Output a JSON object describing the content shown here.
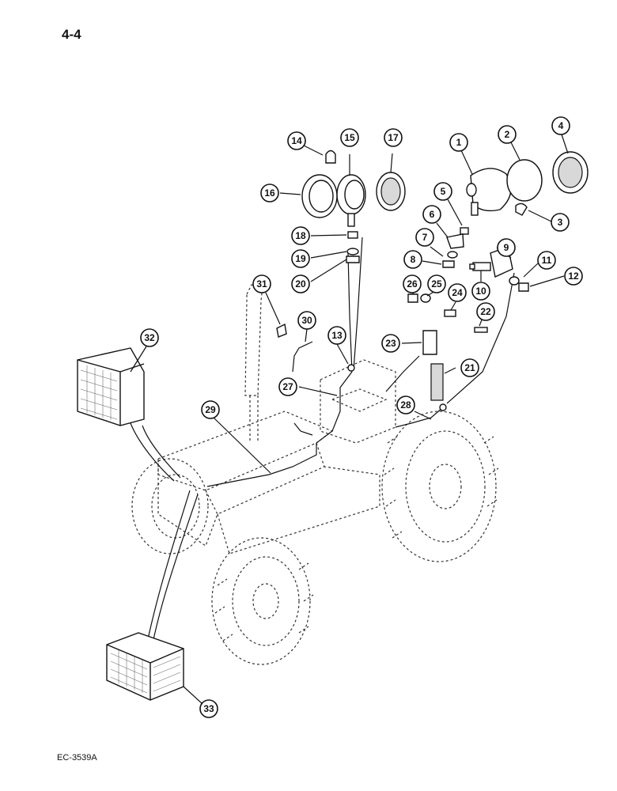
{
  "page": {
    "number": "4-4",
    "figure_code": "EC-3539A"
  },
  "callouts": [
    "1",
    "2",
    "3",
    "4",
    "5",
    "6",
    "7",
    "8",
    "9",
    "10",
    "11",
    "12",
    "13",
    "14",
    "15",
    "16",
    "17",
    "18",
    "19",
    "20",
    "21",
    "22",
    "23",
    "24",
    "25",
    "26",
    "27",
    "28",
    "29",
    "30",
    "31",
    "32",
    "33"
  ]
}
